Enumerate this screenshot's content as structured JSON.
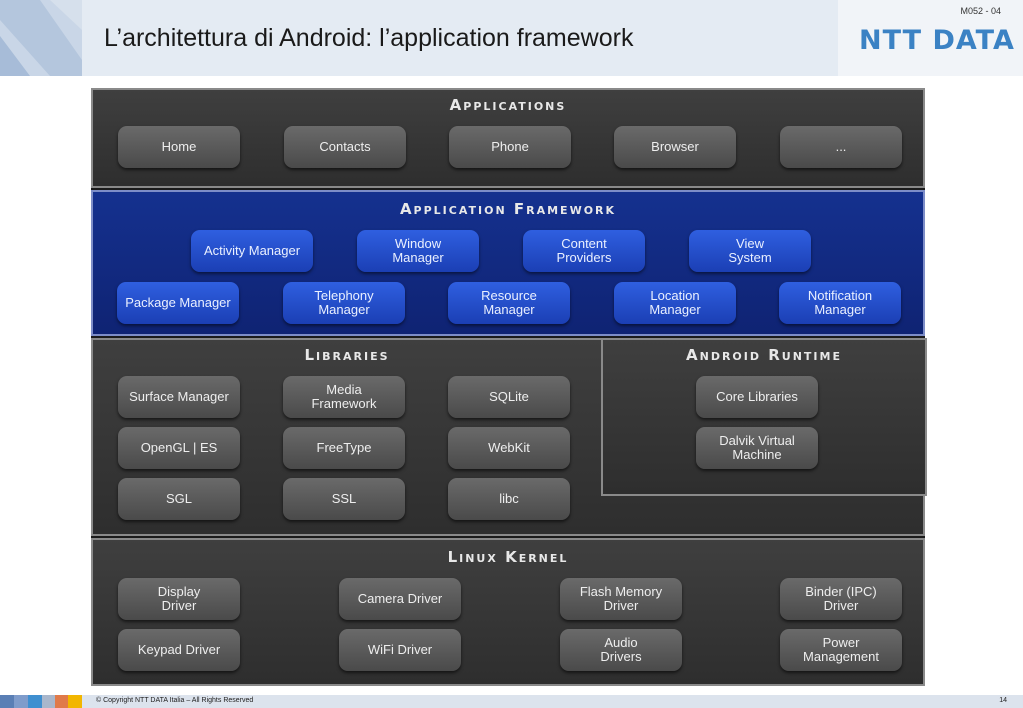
{
  "header": {
    "title": "L’architettura di Android: l’application framework",
    "slide_code": "M052 - 04",
    "logo": "NTT DATA"
  },
  "diagram": {
    "applications": {
      "title": "Applications",
      "items": [
        "Home",
        "Contacts",
        "Phone",
        "Browser",
        "..."
      ]
    },
    "framework": {
      "title": "Application Framework",
      "row1": [
        "Activity Manager",
        "Window\nManager",
        "Content\nProviders",
        "View\nSystem"
      ],
      "row2": [
        "Package Manager",
        "Telephony\nManager",
        "Resource\nManager",
        "Location\nManager",
        "Notification\nManager"
      ]
    },
    "libraries": {
      "title": "Libraries",
      "items": [
        "Surface Manager",
        "Media\nFramework",
        "SQLite",
        "OpenGL | ES",
        "FreeType",
        "WebKit",
        "SGL",
        "SSL",
        "libc"
      ]
    },
    "runtime": {
      "title": "Android Runtime",
      "items": [
        "Core Libraries",
        "Dalvik Virtual\nMachine"
      ]
    },
    "kernel": {
      "title": "Linux Kernel",
      "items": [
        "Display\nDriver",
        "Camera Driver",
        "Flash Memory\nDriver",
        "Binder (IPC)\nDriver",
        "Keypad Driver",
        "WiFi Driver",
        "Audio\nDrivers",
        "Power\nManagement"
      ]
    }
  },
  "footer": {
    "copyright": "© Copyright NTT DATA Italia – All Rights Reserved",
    "page_number": "14"
  },
  "colors": {
    "framework_blue": "#15318f",
    "box_blue": "#2f5fe0",
    "logo_blue": "#3b82c4"
  }
}
